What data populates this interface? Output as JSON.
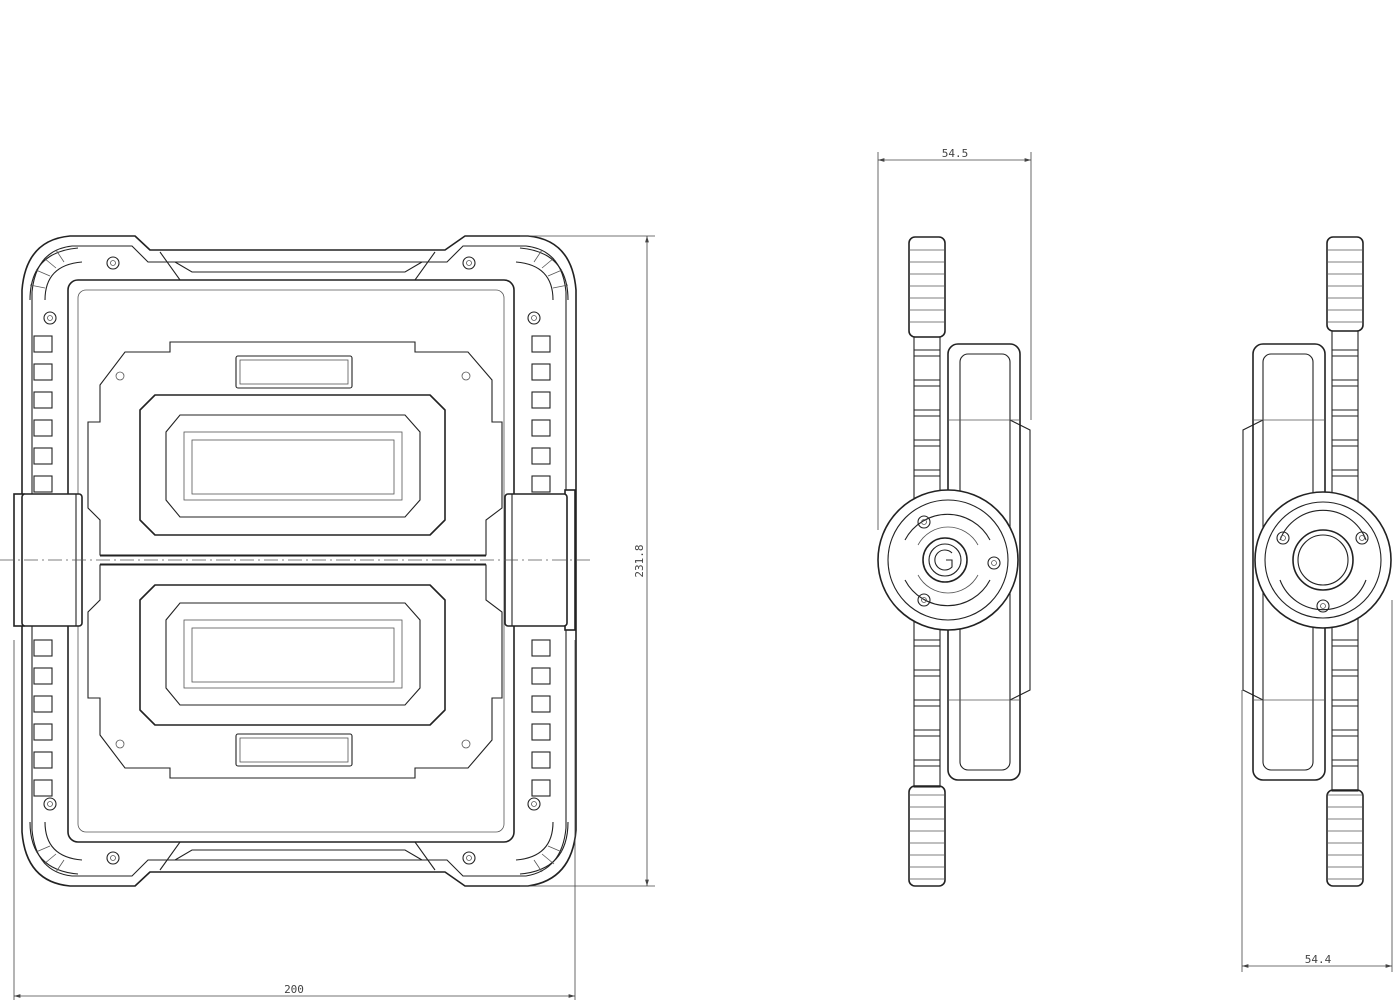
{
  "dimensions": {
    "front_width": "200",
    "front_height": "231.8",
    "side_depth_top": "54.5",
    "side_depth_bottom": "54.4"
  }
}
